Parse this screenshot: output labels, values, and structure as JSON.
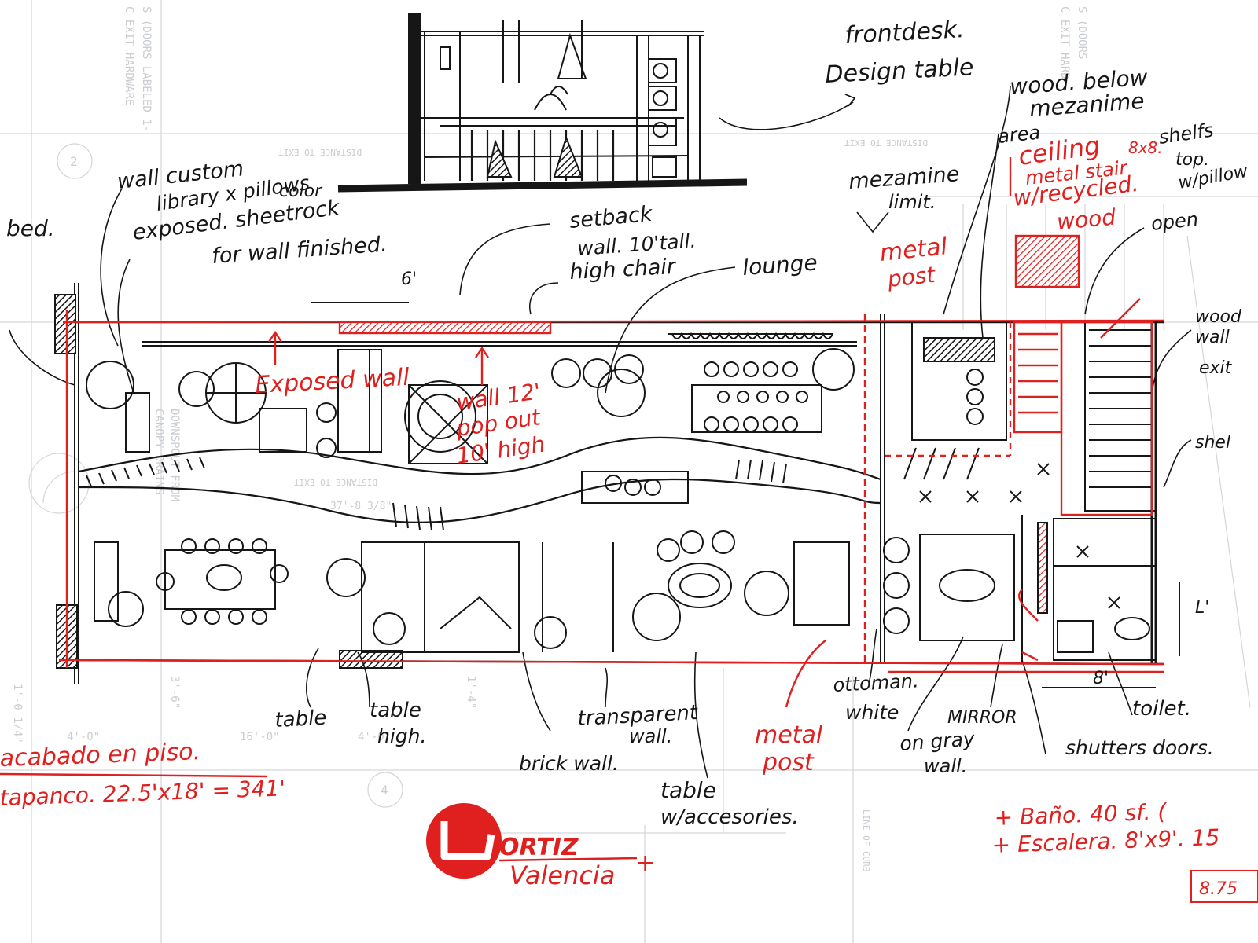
{
  "colors": {
    "ink": "#161616",
    "red": "#e0201f",
    "blueprint": "#c9ccd0"
  },
  "notes_black": {
    "bed": "bed.",
    "wall_custom": "wall custom",
    "library_pillows": "library x pillows",
    "color": "color",
    "exposed_sheetrock": "exposed. sheetrock",
    "wall_finished": "for wall finished.",
    "setback_wall": "setback",
    "wall_10tall": "wall.   10'tall.",
    "high_chair": "high chair",
    "lounge": "lounge",
    "dim_6": "6'",
    "frontdesk": "frontdesk.",
    "design_table": "Design table",
    "wood_below": "wood. below",
    "mezanine": "mezanime",
    "area": "area",
    "shelfs": "shelfs",
    "top": "top.",
    "with_pillow": "w/pillow",
    "mezzanine_limit": "mezamine",
    "limit": "limit.",
    "open": "open",
    "wood_wall": "wood",
    "wall": "wall",
    "exit": "exit",
    "shelf": "shel",
    "dim_L": "L'",
    "table": "table",
    "table_high": "table",
    "high": "high.",
    "transparent_wall": "transparent",
    "wall_short": "wall.",
    "brick_wall": "brick wall.",
    "table_accessories": "table",
    "accessories": "w/accesories.",
    "ottoman": "ottoman.",
    "white": "white",
    "mirror": "MIRROR",
    "on_gray_wall": "on gray",
    "wall_gray": "wall.",
    "shutters_doors": "shutters doors.",
    "toilet": "toilet.",
    "dim_8": "8'"
  },
  "notes_red": {
    "ceiling": "ceiling",
    "ceiling_dim": "8x8.",
    "metal_stair": "metal stair",
    "recycled": "w/recycled.",
    "wood": "wood",
    "metal_post_top": "metal",
    "post_top": "post",
    "exposed_wall": "Exposed wall",
    "wall_pop_1": "wall 12'",
    "wall_pop_2": "pop out",
    "wall_pop_3": "10' high",
    "metal_post_bottom": "metal",
    "post_bottom": "post",
    "acabado": "acabado en piso.",
    "tapanco": "tapanco.   22.5'x18' = 341'",
    "bano": "+ Baño.   40 sf. (",
    "escalera": "+ Escalera.   8'x9'.  15",
    "total": "8.75",
    "logo_line1": "ORTIZ",
    "logo_line2": "Valencia",
    "logo_plus": "+"
  },
  "blueprint_text": {
    "doors_labeled_left": "S (DOORS LABELED 1-",
    "exit_hardware_left": "C EXIT HARDWARE",
    "distance_exit_1": "DISTANCE TO EXIT",
    "distance_exit_2": "DISTANCE TO EXIT",
    "distance_exit_3": "DISTANCE TO EXIT",
    "doors_right": "S (DOORS",
    "exit_hardware_right": "C EXIT HARD",
    "downspout": "DOWNSPOUT FROM",
    "canopy_drains": "CANOPY DRAINS",
    "dim_37_8": "37'-8 3/8\"",
    "dim_16_0": "16'-0\"",
    "dim_4_0": "4'-0\"",
    "dim_3_6": "3'-6\"",
    "dim_1_4": "1'-4\"",
    "dim_1_0_4": "1'-0 1/4\"",
    "line_of_curb": "LINE OF CURB",
    "circle_num_2": "2",
    "circle_num_4": "4",
    "lower_dim_4": "4'-0\""
  }
}
